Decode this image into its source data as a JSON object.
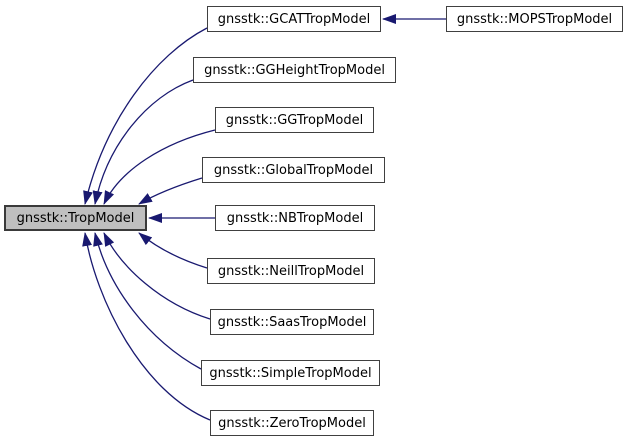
{
  "diagram": {
    "kind": "class-inheritance-graph",
    "base_class": "gnsstk::TropModel"
  },
  "nodes": [
    {
      "id": "tropmodel",
      "label": "gnsstk::TropModel",
      "highlighted": true
    },
    {
      "id": "gcat",
      "label": "gnsstk::GCATTropModel",
      "highlighted": false
    },
    {
      "id": "ggheight",
      "label": "gnsstk::GGHeightTropModel",
      "highlighted": false
    },
    {
      "id": "gg",
      "label": "gnsstk::GGTropModel",
      "highlighted": false
    },
    {
      "id": "global",
      "label": "gnsstk::GlobalTropModel",
      "highlighted": false
    },
    {
      "id": "nb",
      "label": "gnsstk::NBTropModel",
      "highlighted": false
    },
    {
      "id": "neill",
      "label": "gnsstk::NeillTropModel",
      "highlighted": false
    },
    {
      "id": "saas",
      "label": "gnsstk::SaasTropModel",
      "highlighted": false
    },
    {
      "id": "simple",
      "label": "gnsstk::SimpleTropModel",
      "highlighted": false
    },
    {
      "id": "zero",
      "label": "gnsstk::ZeroTropModel",
      "highlighted": false
    },
    {
      "id": "mops",
      "label": "gnsstk::MOPSTropModel",
      "highlighted": false
    }
  ],
  "edges": [
    {
      "from": "gnsstk::GCATTropModel",
      "to": "gnsstk::TropModel",
      "type": "inherits"
    },
    {
      "from": "gnsstk::GGHeightTropModel",
      "to": "gnsstk::TropModel",
      "type": "inherits"
    },
    {
      "from": "gnsstk::GGTropModel",
      "to": "gnsstk::TropModel",
      "type": "inherits"
    },
    {
      "from": "gnsstk::GlobalTropModel",
      "to": "gnsstk::TropModel",
      "type": "inherits"
    },
    {
      "from": "gnsstk::NBTropModel",
      "to": "gnsstk::TropModel",
      "type": "inherits"
    },
    {
      "from": "gnsstk::NeillTropModel",
      "to": "gnsstk::TropModel",
      "type": "inherits"
    },
    {
      "from": "gnsstk::SaasTropModel",
      "to": "gnsstk::TropModel",
      "type": "inherits"
    },
    {
      "from": "gnsstk::SimpleTropModel",
      "to": "gnsstk::TropModel",
      "type": "inherits"
    },
    {
      "from": "gnsstk::ZeroTropModel",
      "to": "gnsstk::TropModel",
      "type": "inherits"
    },
    {
      "from": "gnsstk::MOPSTropModel",
      "to": "gnsstk::GCATTropModel",
      "type": "inherits"
    }
  ],
  "colors": {
    "edge": "#191970",
    "node_border": "#404040",
    "node_fill": "#ffffff",
    "highlight_fill": "#bfbfbf",
    "text": "#000000",
    "background": "#ffffff"
  }
}
